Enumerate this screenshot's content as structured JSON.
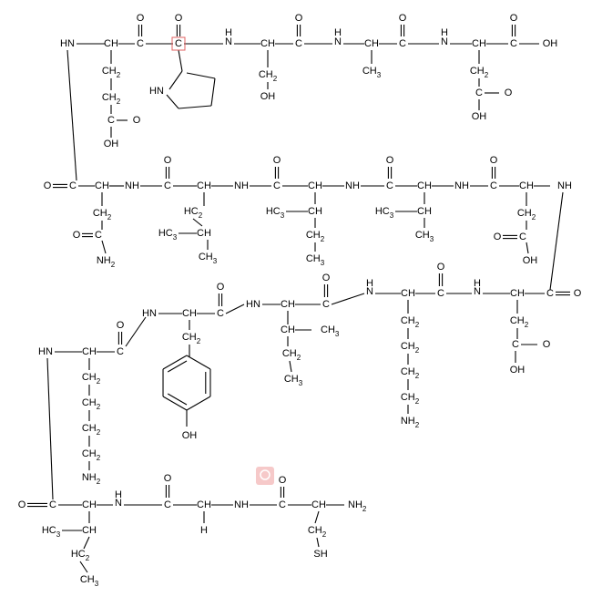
{
  "colors": {
    "bond": "#000000",
    "background": "#ffffff",
    "highlight": "#e06060",
    "highlight_fill": "#f6c9c9"
  },
  "atoms": {
    "hn": "HN",
    "nh": "NH",
    "n": "N",
    "h": "H",
    "c": "C",
    "ch": "CH",
    "ch2": "CH",
    "h2c": "HC",
    "ch3": "CH",
    "h3c": "HC",
    "sub2": "2",
    "sub3": "3",
    "o": "O",
    "oh": "OH",
    "nh2": "NH",
    "sh": "SH",
    "sub_nh2": "2"
  }
}
